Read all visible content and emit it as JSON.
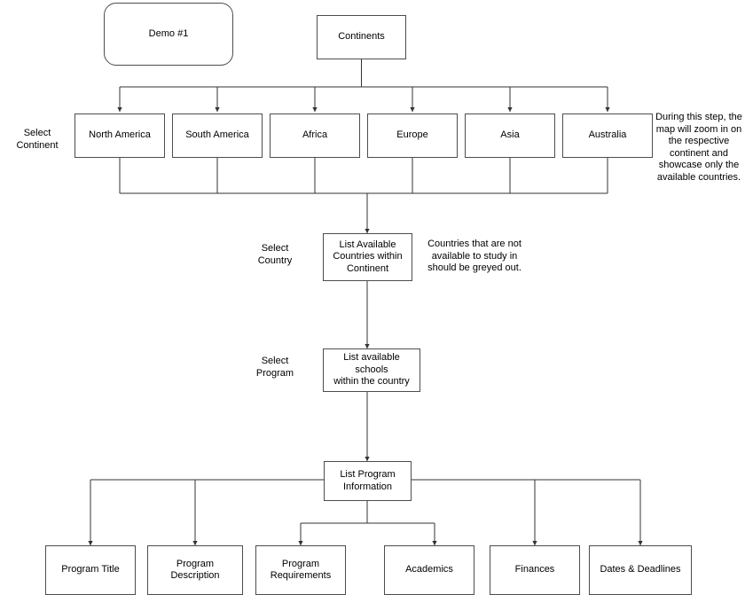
{
  "diagram": {
    "title_box": {
      "label": "Demo #1"
    },
    "root": {
      "label": "Continents"
    },
    "stage_labels": {
      "continent": "Select\nContinent",
      "country": "Select\nCountry",
      "program": "Select\nProgram"
    },
    "continents": [
      {
        "label": "North America"
      },
      {
        "label": "South America"
      },
      {
        "label": "Africa"
      },
      {
        "label": "Europe"
      },
      {
        "label": "Asia"
      },
      {
        "label": "Australia"
      }
    ],
    "notes": {
      "continent_note": "During this step,  the map will zoom in on the respective continent and showcase only the available countries.",
      "country_note": "Countries that are not available to study in should be greyed out."
    },
    "steps": {
      "country_list": "List Available\nCountries within\nContinent",
      "school_list": "List available schools\nwithin the country",
      "program_info": "List Program\nInformation"
    },
    "program_details": [
      {
        "label": "Program Title"
      },
      {
        "label": "Program Description"
      },
      {
        "label": "Program\nRequirements"
      },
      {
        "label": "Academics"
      },
      {
        "label": "Finances"
      },
      {
        "label": "Dates & Deadlines"
      }
    ],
    "colors": {
      "stroke": "#4d4d4d",
      "wire": "#333333",
      "background": "#ffffff",
      "text": "#000000"
    }
  }
}
